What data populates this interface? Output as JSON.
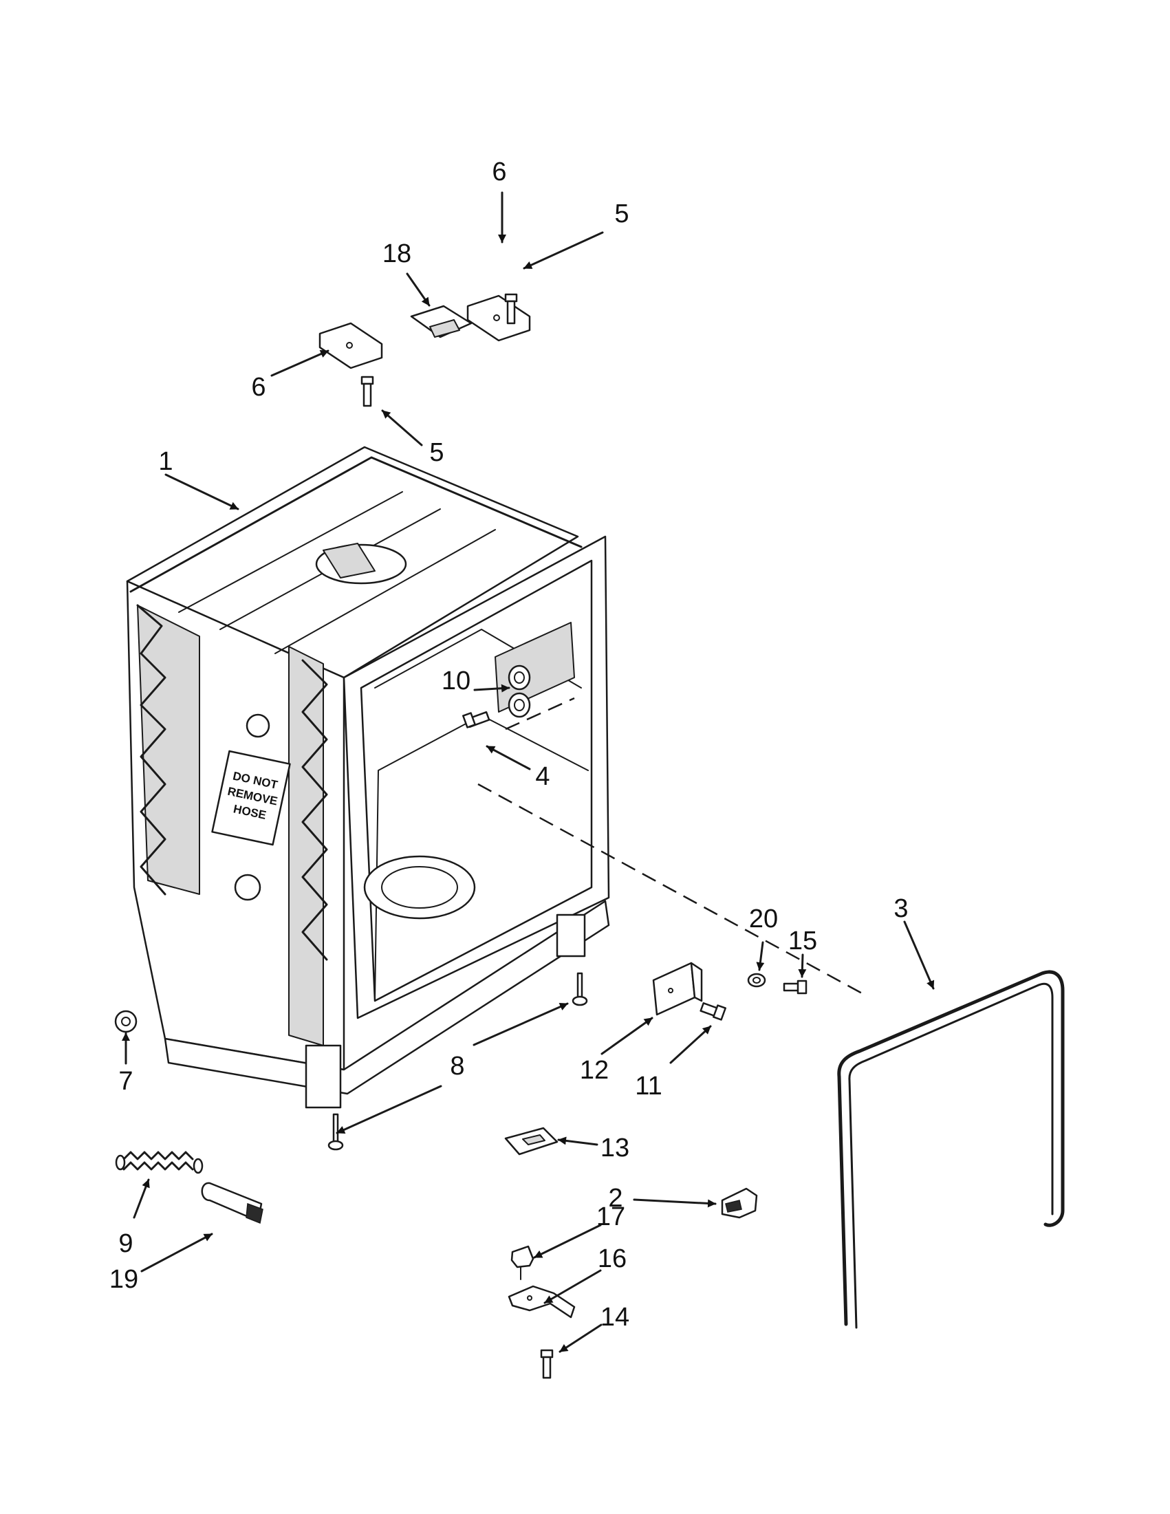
{
  "diagram": {
    "callouts": [
      "1",
      "2",
      "3",
      "4",
      "5",
      "5",
      "6",
      "6",
      "7",
      "8",
      "9",
      "10",
      "11",
      "12",
      "13",
      "14",
      "15",
      "16",
      "17",
      "18",
      "19",
      "20"
    ],
    "warning_label": [
      "DO NOT",
      "REMOVE",
      "HOSE"
    ]
  }
}
